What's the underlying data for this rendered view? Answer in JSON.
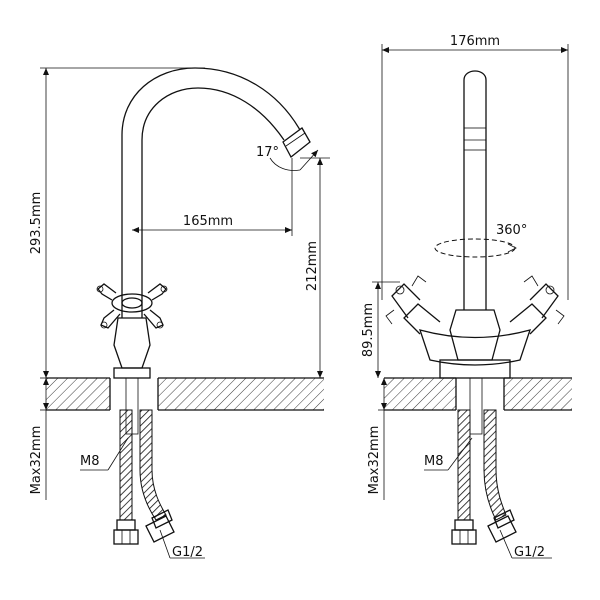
{
  "side_view": {
    "height_total": "293.5mm",
    "spout_reach": "165mm",
    "spout_height": "212mm",
    "tilt_angle": "17°",
    "max_counter": "Max32mm",
    "thread_stud": "M8",
    "thread_hose": "G1/2"
  },
  "front_view": {
    "width_total": "176mm",
    "rotation": "360°",
    "handle_height": "89.5mm",
    "max_counter": "Max32mm",
    "thread_stud": "M8",
    "thread_hose": "G1/2"
  }
}
